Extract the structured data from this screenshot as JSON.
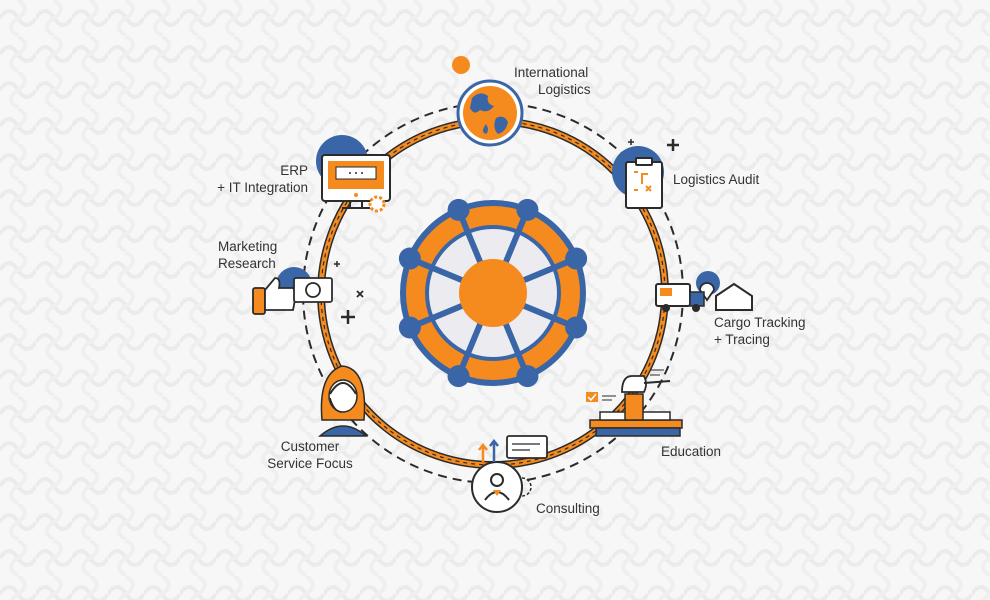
{
  "colors": {
    "orange": "#f58a1f",
    "blue": "#3a66a7",
    "dark": "#2b2b2b",
    "ring_light": "#ececf0",
    "background": "#f7f7f7"
  },
  "center_icon": "network-wheel-icon",
  "services": [
    {
      "id": "international-logistics",
      "line1": "International",
      "line2": "Logistics",
      "icon": "globe-icon"
    },
    {
      "id": "logistics-audit",
      "line1": "Logistics Audit",
      "line2": "",
      "icon": "clipboard-icon"
    },
    {
      "id": "cargo-tracking",
      "line1": "Cargo Tracking",
      "line2": "+ Tracing",
      "icon": "truck-warehouse-icon"
    },
    {
      "id": "education",
      "line1": "Education",
      "line2": "",
      "icon": "books-icon"
    },
    {
      "id": "consulting",
      "line1": "Consulting",
      "line2": "",
      "icon": "consultant-icon"
    },
    {
      "id": "customer-service",
      "line1": "Customer",
      "line2": "Service Focus",
      "icon": "headset-agent-icon"
    },
    {
      "id": "marketing-research",
      "line1": "Marketing",
      "line2": "Research",
      "icon": "thumbs-up-icon"
    },
    {
      "id": "erp-integration",
      "line1": "ERP",
      "line2": "+ IT Integration",
      "icon": "monitor-gear-icon"
    }
  ]
}
